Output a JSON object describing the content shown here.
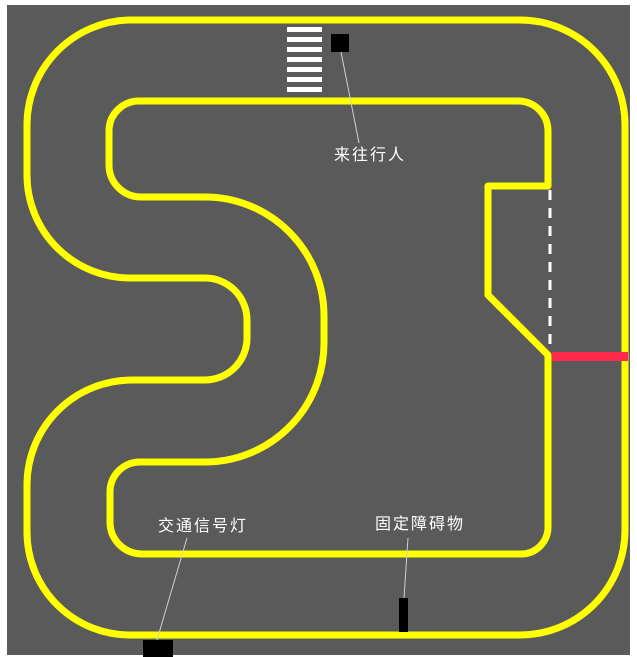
{
  "colors": {
    "ground": "#5a5a5a",
    "track_line": "#ffff00",
    "stop_line": "#ff2a4a",
    "object_black": "#000000",
    "text": "#ffffff"
  },
  "labels": {
    "pedestrian": "来往行人",
    "traffic_light": "交通信号灯",
    "fixed_obstacle": "固定障碍物"
  }
}
